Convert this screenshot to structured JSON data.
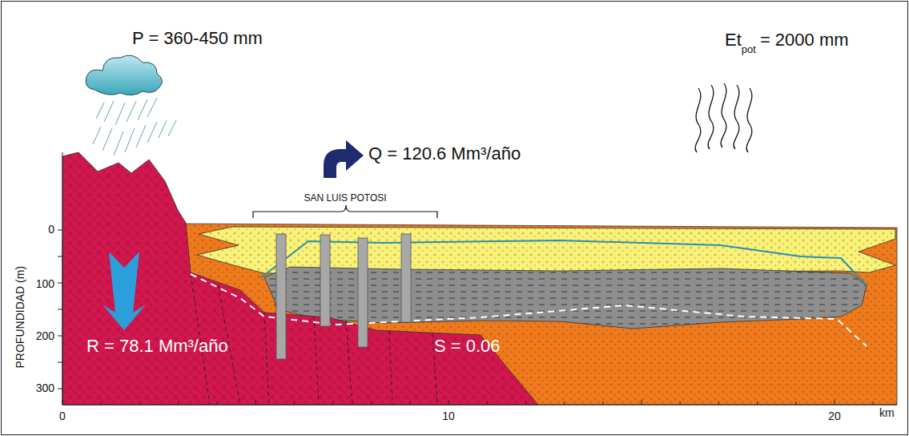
{
  "diagram": {
    "labels": [
      "P = 360-450 mm",
      "Et",
      "pot",
      "= 2000 mm",
      "Q = 120.6 Mm³/año",
      "SAN LUIS POTOSI",
      "R = 78.1 Mm³/año",
      "S = 0.06",
      "PROFUNDIDAD (m)",
      "0",
      "100",
      "200",
      "300",
      "0",
      "10",
      "20",
      "km"
    ]
  }
}
